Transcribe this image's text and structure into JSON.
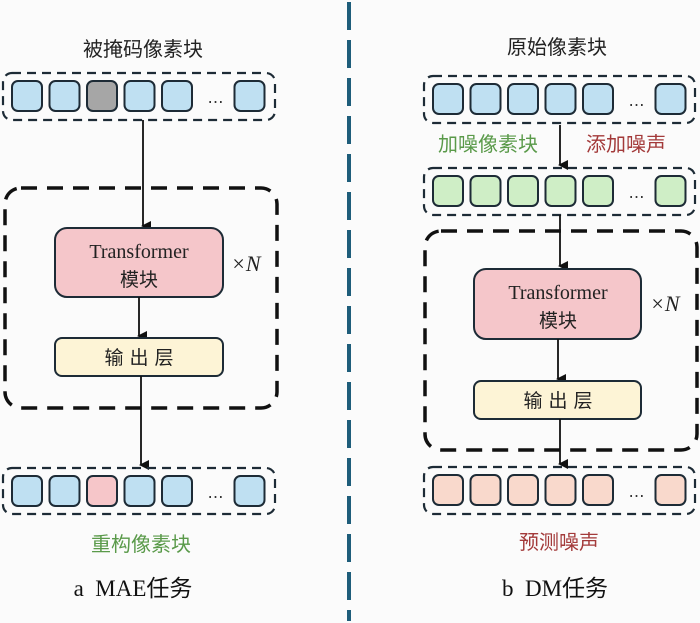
{
  "colors": {
    "divider": "#1e5d7a",
    "token_blue": "#bfe0f2",
    "token_gray": "#a6a6a6",
    "token_pink": "#f6c6c9",
    "token_green": "#cfeec6",
    "token_peach": "#f9d9cc",
    "transformer_fill": "#f5c6ca",
    "output_fill": "#fdf4d6",
    "green_text": "#5a9a4a",
    "red_text": "#a33a3a",
    "token_stroke": "#1d2b36"
  },
  "panel_a": {
    "title": "被掩码像素块",
    "input_tokens": [
      "blue",
      "blue",
      "gray",
      "blue",
      "blue",
      "ellipsis",
      "blue"
    ],
    "transformer_label_line1": "Transformer",
    "transformer_label_line2": "模块",
    "repeat_label": "×N",
    "output_layer_label": "输 出 层",
    "output_tokens": [
      "blue",
      "blue",
      "pink",
      "blue",
      "blue",
      "ellipsis",
      "blue"
    ],
    "output_label": "重构像素块",
    "caption": "a  MAE任务"
  },
  "panel_b": {
    "title": "原始像素块",
    "input_tokens": [
      "blue",
      "blue",
      "blue",
      "blue",
      "blue",
      "ellipsis",
      "blue"
    ],
    "noisy_label": "加噪像素块",
    "add_noise_label": "添加噪声",
    "noisy_tokens": [
      "green",
      "green",
      "green",
      "green",
      "green",
      "ellipsis",
      "green"
    ],
    "transformer_label_line1": "Transformer",
    "transformer_label_line2": "模块",
    "repeat_label": "×N",
    "output_layer_label": "输 出 层",
    "output_tokens": [
      "peach",
      "peach",
      "peach",
      "peach",
      "peach",
      "ellipsis",
      "peach"
    ],
    "output_label": "预测噪声",
    "caption": "b  DM任务"
  },
  "ellipsis": "…"
}
